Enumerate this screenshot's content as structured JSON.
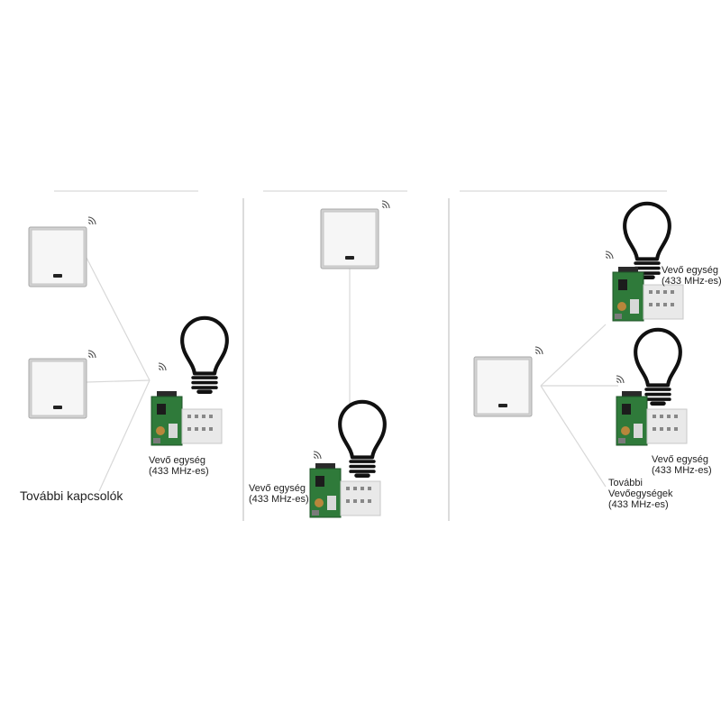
{
  "colors": {
    "background": "#ffffff",
    "divider": "#dcdcdc",
    "signal_line": "#d8d8d8",
    "switch_frame": "#b4b4b4",
    "switch_face": "#f5f5f5",
    "switch_button": "#222222",
    "bulb_outline": "#111111",
    "pcb_green": "#2f7a3a",
    "relay_box": "#e6e6e6",
    "text": "#222222"
  },
  "icons": [
    "wall-switch-icon",
    "wifi-signal-icon",
    "light-bulb-icon",
    "receiver-module-icon"
  ],
  "panels": [
    {
      "receiver_label": {
        "line1": "Vevő egység",
        "line2": "(433 MHz-es)"
      },
      "more_switches_label": "További kapcsolók"
    },
    {
      "receiver_label": {
        "line1": "Vevő egység",
        "line2": "(433 MHz-es)"
      }
    },
    {
      "receiver_label_top": {
        "line1": "Vevő egység",
        "line2": "(433 MHz-es)"
      },
      "receiver_label_bottom": {
        "line1": "Vevő egység",
        "line2": "(433 MHz-es)"
      },
      "more_receivers_label": {
        "line1": "További",
        "line2": "Vevőegységek",
        "line3": "(433 MHz-es)"
      }
    }
  ]
}
